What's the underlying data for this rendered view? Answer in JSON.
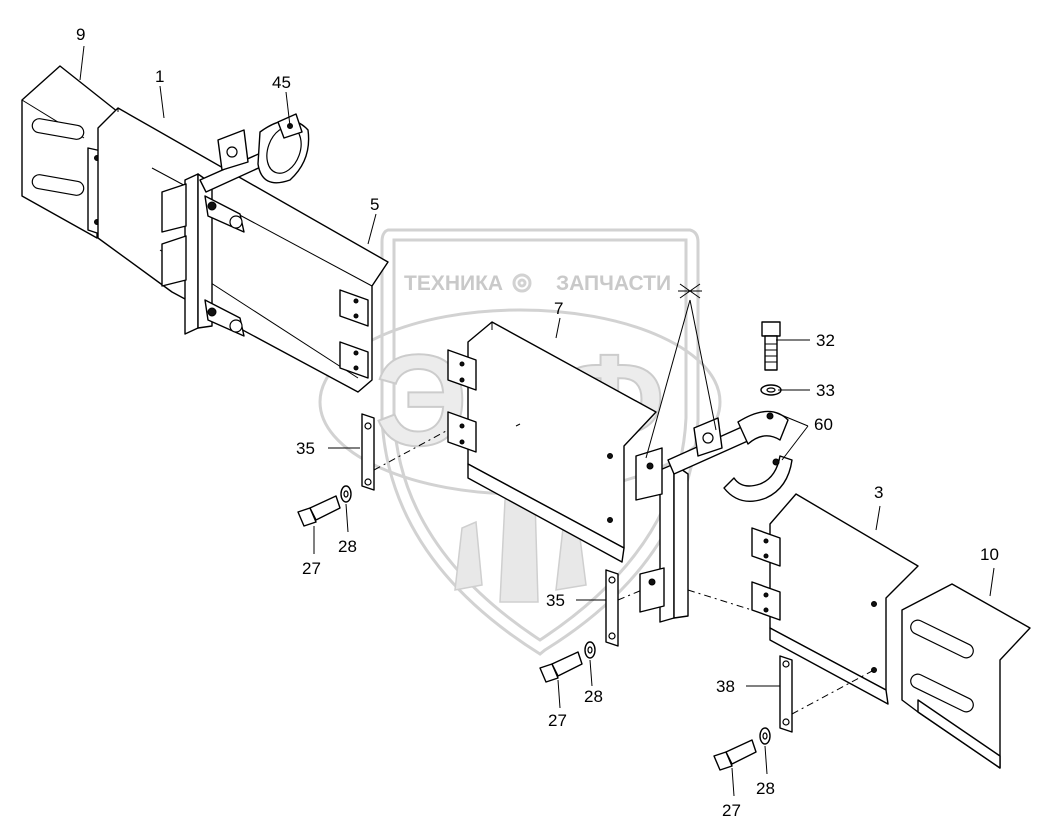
{
  "watermark": {
    "left_word": "ТЕХНИКА",
    "right_word": "ЗАПЧАСТИ",
    "logo_letters": "ЭЛФ"
  },
  "callouts": [
    {
      "id": "c9",
      "text": "9"
    },
    {
      "id": "c1",
      "text": "1"
    },
    {
      "id": "c45",
      "text": "45"
    },
    {
      "id": "c5",
      "text": "5"
    },
    {
      "id": "c7",
      "text": "7"
    },
    {
      "id": "c32",
      "text": "32"
    },
    {
      "id": "c33",
      "text": "33"
    },
    {
      "id": "c60",
      "text": "60"
    },
    {
      "id": "c35a",
      "text": "35"
    },
    {
      "id": "c28a",
      "text": "28"
    },
    {
      "id": "c27a",
      "text": "27"
    },
    {
      "id": "c3",
      "text": "3"
    },
    {
      "id": "c10",
      "text": "10"
    },
    {
      "id": "c35b",
      "text": "35"
    },
    {
      "id": "c28b",
      "text": "28"
    },
    {
      "id": "c27b",
      "text": "27"
    },
    {
      "id": "c38",
      "text": "38"
    },
    {
      "id": "c28c",
      "text": "28"
    },
    {
      "id": "c27c",
      "text": "27"
    }
  ]
}
